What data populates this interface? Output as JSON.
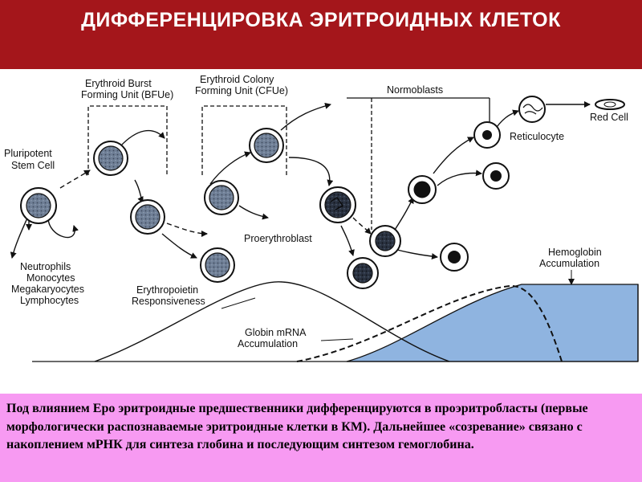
{
  "header": {
    "title": "ДИФФЕРЕНЦИРОВКА ЭРИТРОИДНЫХ КЛЕТОК"
  },
  "diagram": {
    "labels": {
      "pluripotent_1": "Pluripotent",
      "pluripotent_2": "Stem Cell",
      "bfu_1": "Erythroid Burst",
      "bfu_2": "Forming Unit (BFUe)",
      "cfu_1": "Erythroid Colony",
      "cfu_2": "Forming Unit (CFUe)",
      "normoblasts": "Normoblasts",
      "red_cell": "Red Cell",
      "reticulocyte": "Reticulocyte",
      "proerythroblast": "Proerythroblast",
      "neutrophils": "Neutrophils",
      "monocytes": "Monocytes",
      "megakaryocytes": "Megakaryocytes",
      "lymphocytes": "Lymphocytes",
      "epo_1": "Erythropoietin",
      "epo_2": "Responsiveness",
      "globin_1": "Globin mRNA",
      "globin_2": "Accumulation",
      "hb_1": "Hemoglobin",
      "hb_2": "Accumulation"
    },
    "colors": {
      "cell_fill": "#6f7f96",
      "nucleus_dark": "#111111",
      "hemoglobin_fill": "#8fb4e0"
    }
  },
  "caption": {
    "text": "Под влиянием Epo эритроидные предшественники дифференцируются в проэритробласты (первые морфологически распознаваемые эритроидные клетки в КМ). Дальнейшее «созревание» связано с накоплением мРНК для синтеза глобина и последующим синтезом гемоглобина."
  }
}
